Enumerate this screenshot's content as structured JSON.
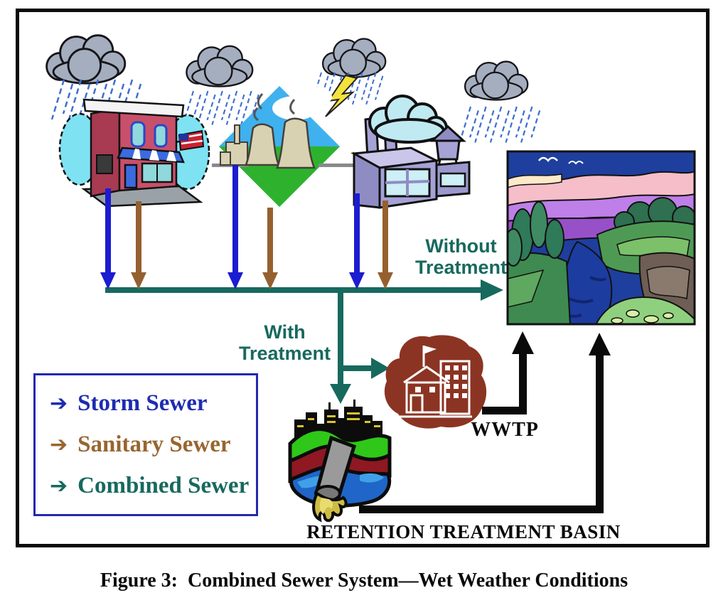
{
  "figure": {
    "caption": "Figure 3:  Combined Sewer System—Wet Weather Conditions",
    "labels": {
      "without_treatment_line1": "Without",
      "without_treatment_line2": "Treatment",
      "with_treatment_line1": "With",
      "with_treatment_line2": "Treatment",
      "wwtp": "WWTP",
      "retention_basin": "RETENTION TREATMENT BASIN"
    },
    "legend": {
      "items": [
        {
          "label": "Storm Sewer",
          "arrow": "➔",
          "color": "#1E2CB0"
        },
        {
          "label": "Sanitary Sewer",
          "arrow": "➔",
          "color": "#98652F"
        },
        {
          "label": "Combined Sewer",
          "arrow": "➔",
          "color": "#17695E"
        }
      ]
    },
    "colors": {
      "combined_sewer_teal": "#17695E",
      "storm_sewer_blue": "#1C1CD0",
      "sanitary_sewer_brown": "#95602F",
      "flow_line_black": "#0a0a0a",
      "legend_border_blue": "#2228b0"
    },
    "icons": [
      "rain-cloud-icon",
      "lightning-icon",
      "house-icon",
      "power-plant-icon",
      "factory-icon",
      "river-scene-icon",
      "wwtp-plant-icon",
      "combined-sewer-cross-section-icon"
    ]
  }
}
